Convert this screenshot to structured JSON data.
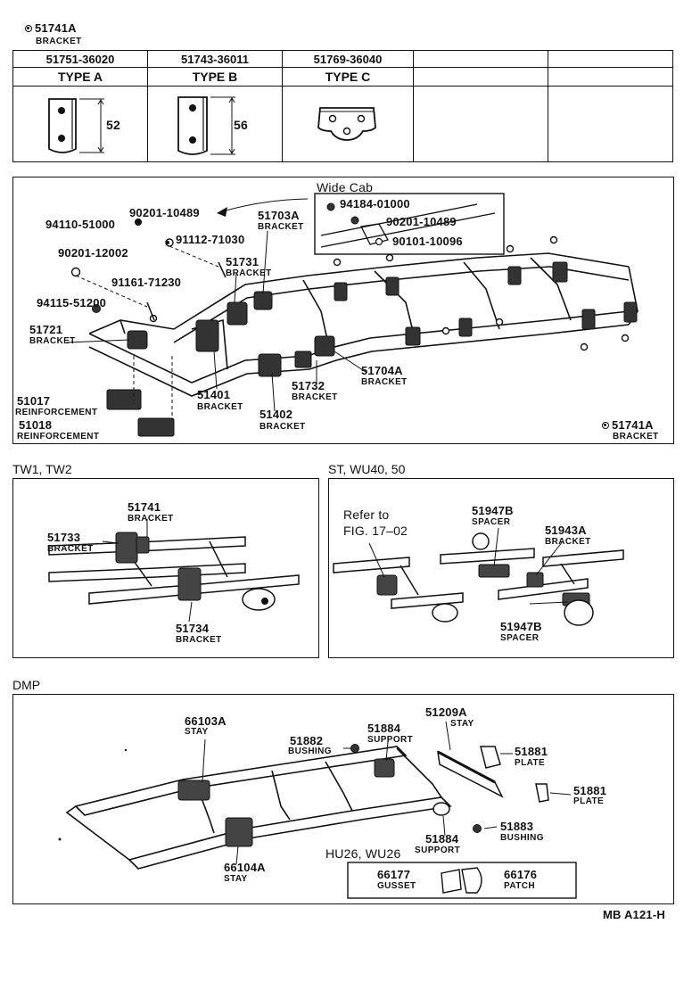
{
  "top": {
    "part": "51741A",
    "label": "BRACKET",
    "table": {
      "codes": [
        "51751-36020",
        "51743-36011",
        "51769-36040",
        "",
        ""
      ],
      "types": [
        "TYPE A",
        "TYPE B",
        "TYPE C",
        "",
        ""
      ],
      "dims": [
        "52",
        "56"
      ]
    }
  },
  "main": {
    "wide_cab": "Wide Cab",
    "labels": [
      {
        "id": "p90201-10489a",
        "text": "90201-10489"
      },
      {
        "id": "p94110-51000",
        "text": "94110-51000"
      },
      {
        "id": "p91112-71030",
        "text": "91112-71030"
      },
      {
        "id": "p90201-12002",
        "text": "90201-12002"
      },
      {
        "id": "p91161-71230",
        "text": "91161-71230"
      },
      {
        "id": "p94115-51200",
        "text": "94115-51200"
      },
      {
        "id": "p51703A",
        "text": "51703A"
      },
      {
        "id": "p51731",
        "text": "51731"
      },
      {
        "id": "p51721",
        "text": "51721"
      },
      {
        "id": "p51017",
        "text": "51017"
      },
      {
        "id": "p51018",
        "text": "51018"
      },
      {
        "id": "p51401",
        "text": "51401"
      },
      {
        "id": "p51402",
        "text": "51402"
      },
      {
        "id": "p51732",
        "text": "51732"
      },
      {
        "id": "p51704A",
        "text": "51704A"
      },
      {
        "id": "p51741A",
        "text": "51741A"
      },
      {
        "id": "p94184-01000",
        "text": "94184-01000"
      },
      {
        "id": "p90201-10489b",
        "text": "90201-10489"
      },
      {
        "id": "p90101-10096",
        "text": "90101-10096"
      }
    ],
    "sublabels": {
      "bracket": "BRACKET",
      "reinforcement": "REINFORCEMENT"
    }
  },
  "tw": {
    "header": "TW1, TW2",
    "p51741": "51741",
    "p51733": "51733",
    "p51734": "51734",
    "bracket": "BRACKET"
  },
  "st": {
    "header": "ST, WU40, 50",
    "refer1": "Refer to",
    "refer2": "FIG. 17–02",
    "p51947B": "51947B",
    "p51943A": "51943A",
    "spacer": "SPACER",
    "bracket": "BRACKET"
  },
  "dmp": {
    "header": "DMP",
    "p66103A": "66103A",
    "p66104A": "66104A",
    "stay": "STAY",
    "p51882": "51882",
    "bushing": "BUSHING",
    "p51884": "51884",
    "support": "SUPPORT",
    "p51209A": "51209A",
    "p51881": "51881",
    "plate": "PLATE",
    "p51883": "51883",
    "hu_header": "HU26, WU26",
    "p66177": "66177",
    "gusset": "GUSSET",
    "p66176": "66176",
    "patch": "PATCH"
  },
  "footer": "MB A121-H"
}
